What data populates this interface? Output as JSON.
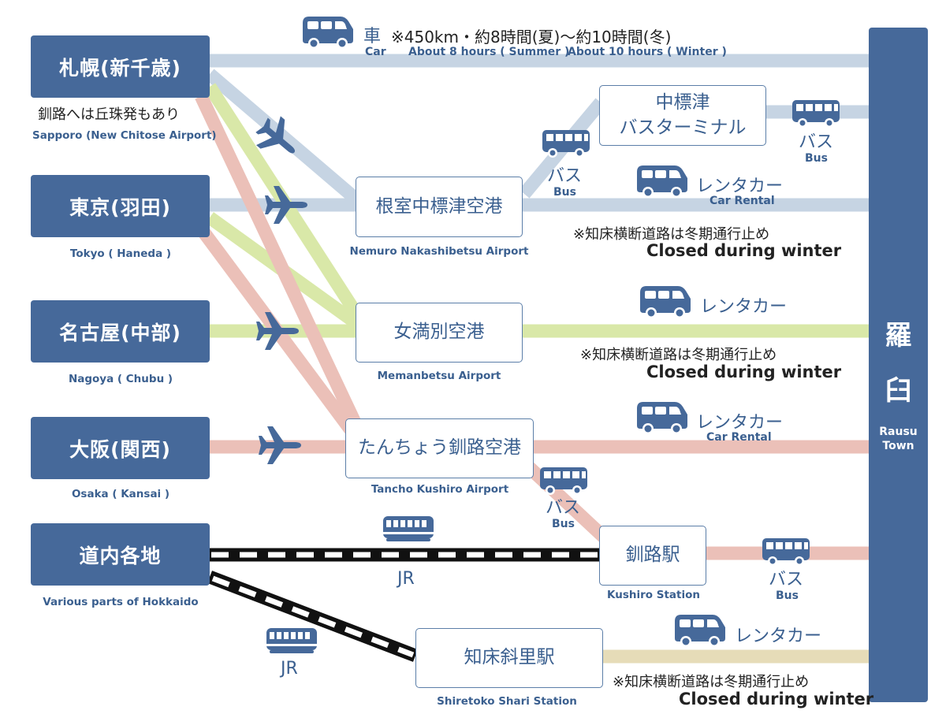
{
  "origins": [
    {
      "name": "札幌(新千歳)",
      "en": "Sapporo (New Chitose Airport)",
      "note": "釧路へは丘珠発もあり"
    },
    {
      "name": "東京(羽田)",
      "en": "Tokyo ( Haneda )"
    },
    {
      "name": "名古屋(中部)",
      "en": "Nagoya ( Chubu )"
    },
    {
      "name": "大阪(関西)",
      "en": "Osaka ( Kansai )"
    },
    {
      "name": "道内各地",
      "en": "Various parts of Hokkaido"
    }
  ],
  "hubs": {
    "nakashibetsu_bus_terminal": {
      "line1": "中標津",
      "line2": "バスターミナル"
    },
    "nemuro_airport": {
      "name": "根室中標津空港",
      "en": "Nemuro Nakashibetsu Airport"
    },
    "memanbetsu_airport": {
      "name": "女満別空港",
      "en": "Memanbetsu Airport"
    },
    "kushiro_airport": {
      "name": "たんちょう釧路空港",
      "en": "Tancho Kushiro Airport"
    },
    "kushiro_station": {
      "name": "釧路駅",
      "en": "Kushiro Station"
    },
    "shari_station": {
      "name": "知床斜里駅",
      "en": "Shiretoko Shari Station"
    }
  },
  "destination": {
    "jp_top": "羅",
    "jp_bottom": "臼",
    "en_line1": "Rausu",
    "en_line2": "Town"
  },
  "car": {
    "jp": "車",
    "en": "Car",
    "note": "※450km・約8時間(夏)〜約10時間(冬)",
    "summer": "About 8 hours ( Summer )",
    "winter": "About 10 hours ( Winter )"
  },
  "modes": {
    "bus_jp": "バス",
    "bus_en": "Bus",
    "rental_jp": "レンタカー",
    "rental_en": "Car Rental",
    "jr": "JR"
  },
  "notes": {
    "winter_closed_jp": "※知床横断道路は冬期通行止め",
    "winter_closed_en": "Closed during winter"
  },
  "colors": {
    "origin_box": "#46699a",
    "route_blue": "#c6d4e3",
    "route_green": "#d9e8a8",
    "route_pink": "#ebc0b8",
    "route_beige": "#e6dcb8",
    "rail": "#111111",
    "icon": "#46699a"
  },
  "icons": [
    "car-icon",
    "plane-icon",
    "bus-icon",
    "train-icon"
  ]
}
